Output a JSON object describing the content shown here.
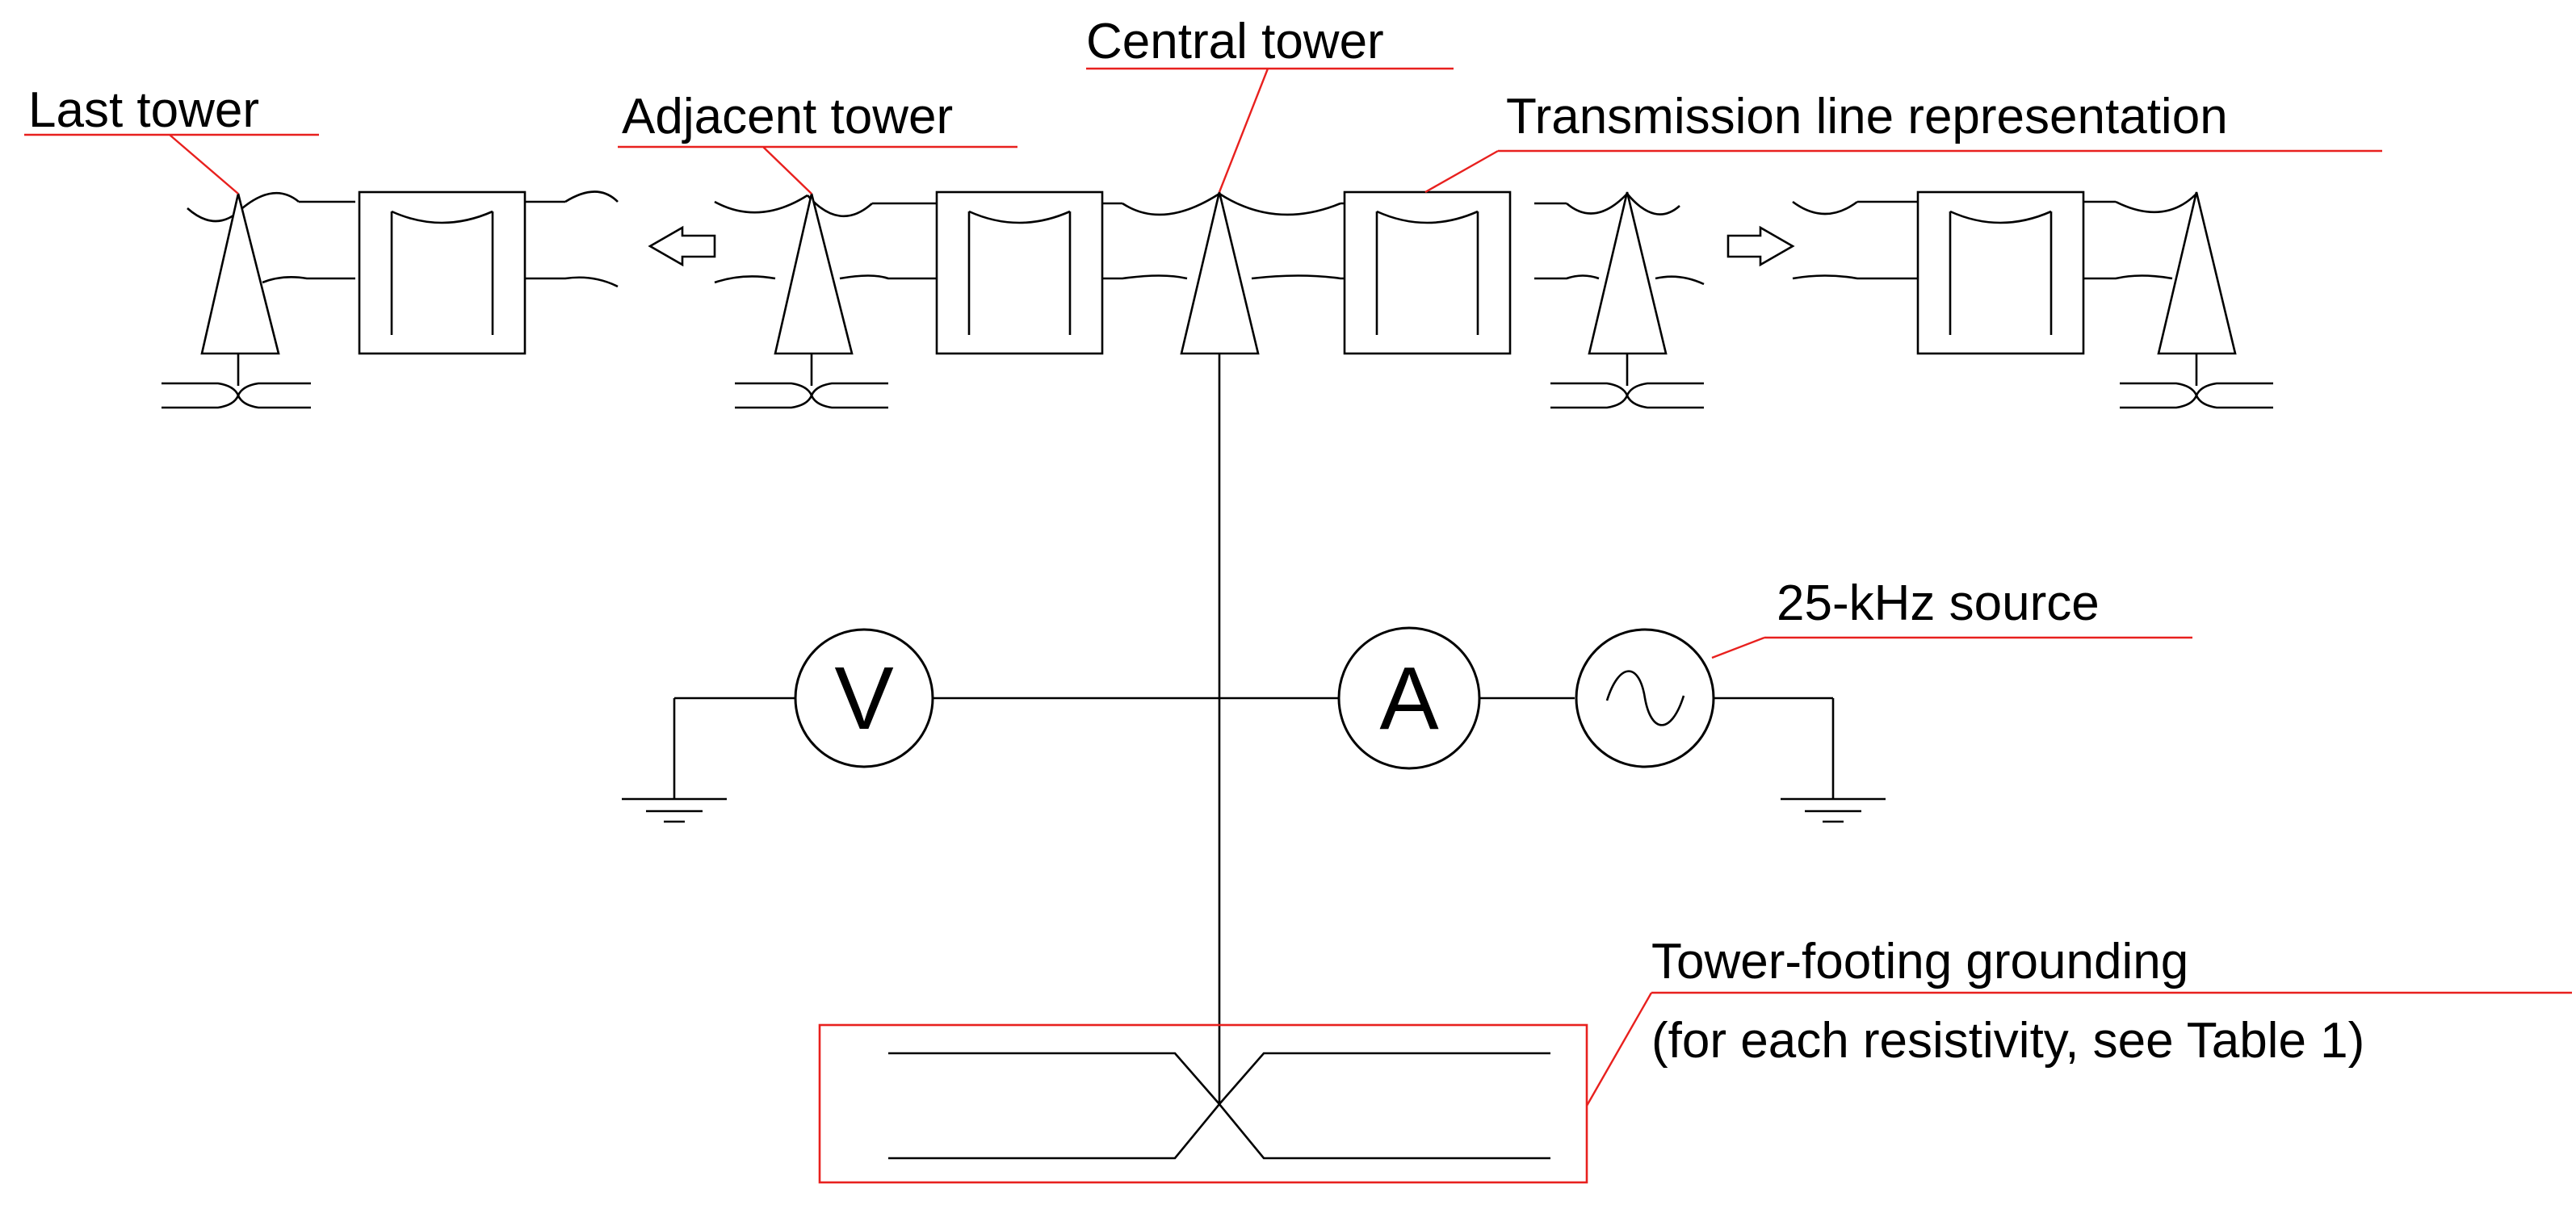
{
  "labels": {
    "last_tower": "Last tower",
    "adjacent_tower": "Adjacent tower",
    "central_tower": "Central tower",
    "transmission_line": "Transmission line representation",
    "source": "25-kHz source",
    "grounding_line1": "Tower-footing grounding",
    "grounding_line2": "(for each resistivity, see Table 1)"
  },
  "meters": {
    "voltmeter": "V",
    "ammeter": "A"
  },
  "colors": {
    "line": "#000000",
    "annotation": "#e8201e",
    "background": "#ffffff"
  }
}
